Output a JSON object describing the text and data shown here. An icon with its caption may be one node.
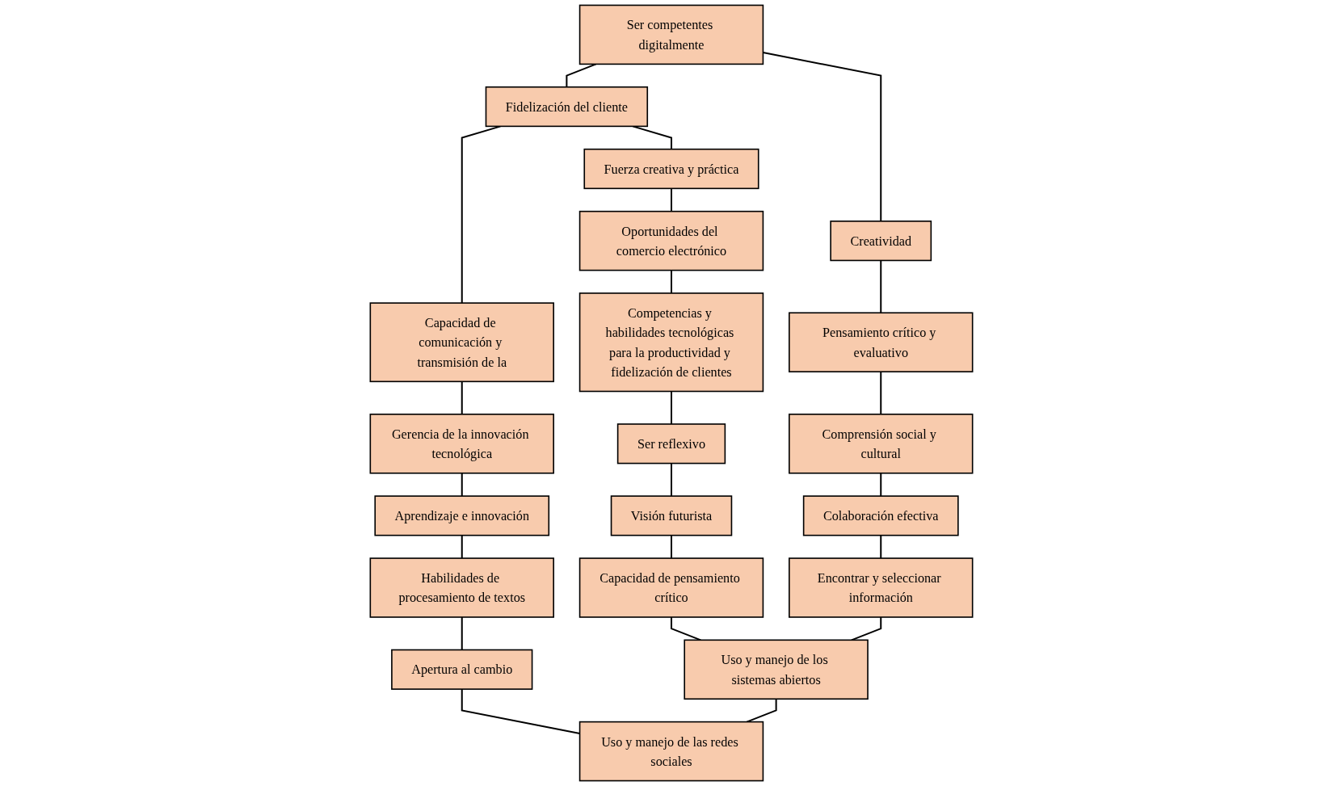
{
  "diagram": {
    "nodes": [
      {
        "text": [
          "Ser competentes digitalmente"
        ]
      },
      {
        "text": [
          "Creatividad"
        ]
      },
      {
        "text": [
          "Pensamiento crítico y evaluativo"
        ]
      },
      {
        "text": [
          "Comprensión social y cultural"
        ]
      },
      {
        "text": [
          "Colaboración efectiva"
        ]
      },
      {
        "text": [
          "Encontrar y seleccionar información"
        ]
      },
      {
        "text": [
          "Fidelización del cliente"
        ]
      },
      {
        "text": [
          "Fuerza creativa y práctica"
        ]
      },
      {
        "text": [
          "Oportunidades del comercio electrónico"
        ]
      },
      {
        "text": [
          "Competencias y habilidades tecnológicas para la productividad y fidelización de clientes"
        ]
      },
      {
        "text": [
          "Ser reflexivo"
        ]
      },
      {
        "text": [
          "Visión futurista"
        ]
      },
      {
        "text": [
          "Capacidad de pensamiento crítico"
        ]
      },
      {
        "text": [
          "Uso y manejo de los sistemas abiertos"
        ]
      },
      {
        "text": [
          "Capacidad de comunicación y transmisión de la"
        ]
      },
      {
        "text": [
          "Gerencia de la innovación tecnológica"
        ]
      },
      {
        "text": [
          "Aprendizaje e innovación"
        ]
      },
      {
        "text": [
          "Habilidades de procesamiento de textos"
        ]
      },
      {
        "text": [
          "Apertura al cambio"
        ]
      },
      {
        "text": [
          "Uso y manejo de las redes sociales"
        ]
      }
    ],
    "edges": [
      {
        "from": 0,
        "to": 6,
        "arrow": "none"
      },
      {
        "from": 6,
        "to": 14,
        "arrow": "none"
      },
      {
        "from": 0,
        "to": 1,
        "arrow": "none"
      },
      {
        "from": 1,
        "to": 2,
        "arrow": "none"
      },
      {
        "from": 2,
        "to": 3,
        "arrow": "none"
      },
      {
        "from": 3,
        "to": 4,
        "arrow": "none"
      },
      {
        "from": 4,
        "to": 5,
        "arrow": "none"
      },
      {
        "from": 6,
        "to": 7,
        "arrow": "none"
      },
      {
        "from": 7,
        "to": 8,
        "arrow": "none"
      },
      {
        "from": 8,
        "to": 9,
        "arrow": "none"
      },
      {
        "from": 9,
        "to": 10,
        "arrow": "none"
      },
      {
        "from": 10,
        "to": 11,
        "arrow": "none"
      },
      {
        "from": 11,
        "to": 12,
        "arrow": "none"
      },
      {
        "from": 12,
        "to": 13,
        "arrow": "none"
      },
      {
        "from": 14,
        "to": 15,
        "arrow": "none"
      },
      {
        "from": 15,
        "to": 16,
        "arrow": "none"
      },
      {
        "from": 16,
        "to": 17,
        "arrow": "none"
      },
      {
        "from": 17,
        "to": 18,
        "arrow": "none"
      },
      {
        "from": 18,
        "to": 19,
        "arrow": "none"
      },
      {
        "from": 5,
        "to": 13,
        "arrow": "none"
      },
      {
        "from": 13,
        "to": 19,
        "arrow": "none"
      }
    ]
  }
}
